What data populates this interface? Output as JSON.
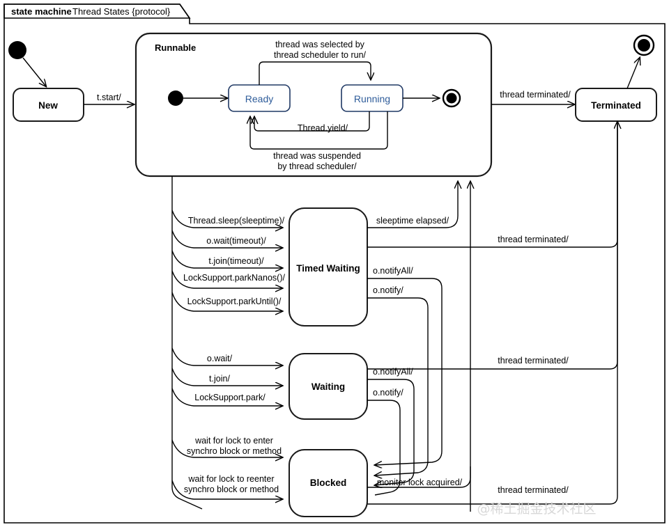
{
  "frame": {
    "kind_label": "state machine",
    "name_label": "Thread States {protocol}"
  },
  "watermark": "@稀土掘金技术社区",
  "colors": {
    "substate_text": "#2e5c9a",
    "substate_border": "#1f3864",
    "state_border": "#1a1a1a",
    "edge": "#000000",
    "background": "#ffffff",
    "watermark": "#d8d8d8"
  },
  "states": {
    "new": "New",
    "runnable": "Runnable",
    "ready": "Ready",
    "running": "Running",
    "timed_waiting": "Timed Waiting",
    "waiting": "Waiting",
    "blocked": "Blocked",
    "terminated": "Terminated"
  },
  "nodes": {
    "initial": "initial-node",
    "runnable_initial": "runnable-initial-node",
    "runnable_final": "runnable-final-node",
    "final": "final-node"
  },
  "transitions": {
    "start": "t.start/",
    "selected_by_scheduler_l1": "thread was selected by",
    "selected_by_scheduler_l2": "thread scheduler to run/",
    "yield": "Thread.yield/",
    "suspended_l1": "thread was suspended",
    "suspended_l2": "by thread scheduler/",
    "terminated_top": "thread terminated/",
    "sleep": "Thread.sleep(sleeptime)/",
    "wait_timeout": "o.wait(timeout)/",
    "join_timeout": "t.join(timeout)/",
    "park_nanos": "LockSupport.parkNanos()/",
    "park_until": "LockSupport.parkUntil()/",
    "sleeptime_elapsed": "sleeptime elapsed/",
    "notify_all_timed": "o.notifyAll/",
    "notify_timed": "o.notify/",
    "terminated_timed": "thread terminated/",
    "wait": "o.wait/",
    "join": "t.join/",
    "park": "LockSupport.park/",
    "notify_all_waiting": "o.notifyAll/",
    "notify_waiting": "o.notify/",
    "terminated_waiting": "thread terminated/",
    "enter_lock_l1": "wait for lock to enter",
    "enter_lock_l2": "synchro block or method",
    "reenter_lock_l1": "wait for lock to reenter",
    "reenter_lock_l2": "synchro block or method",
    "monitor_acquired": "monitor lock acquired/",
    "terminated_blocked": "thread terminated/"
  }
}
